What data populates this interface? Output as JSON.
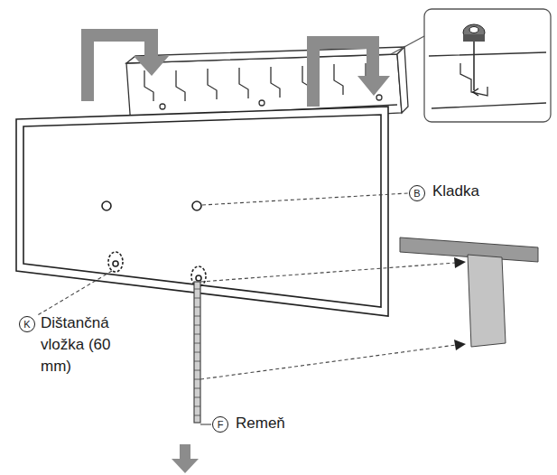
{
  "diagram": {
    "labels": [
      "B",
      "Kladka",
      "K",
      "Dištančná vložka (60 mm)",
      "F",
      "Remeň"
    ]
  }
}
